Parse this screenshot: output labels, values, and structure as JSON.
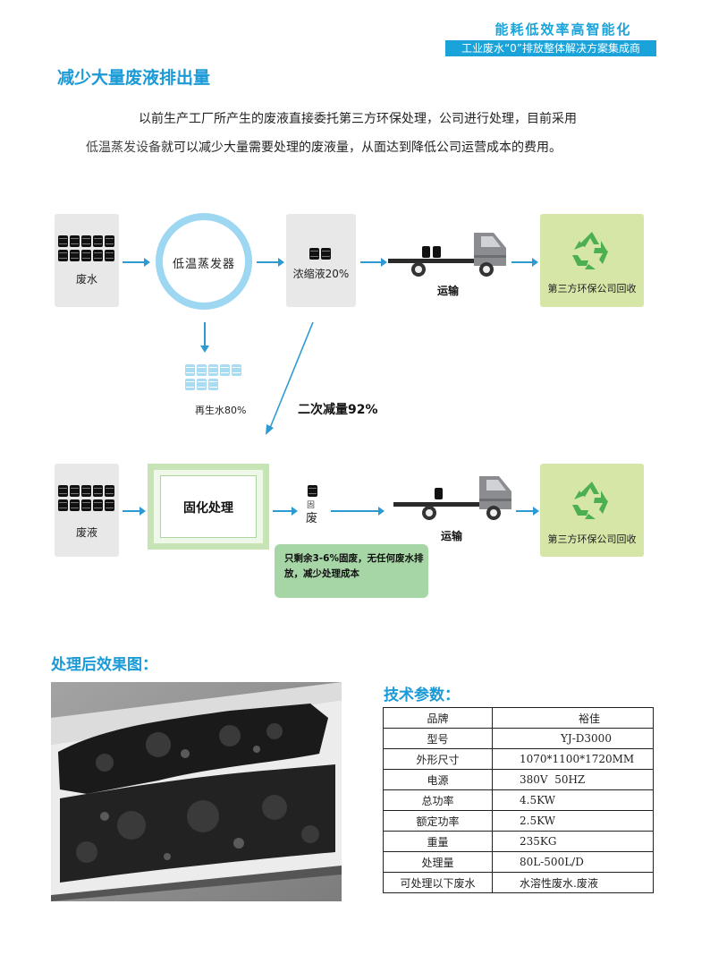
{
  "header": {
    "slogan": "能耗低效率高智能化",
    "tagline": "工业废水“0”排放整体解决方案集成商"
  },
  "section": {
    "title": "减少大量废液排出量",
    "intro_line1": "以前生产工厂所产生的废液直接委托第三方环保处理，公司进行处理，目前采用",
    "intro_line2_highlight": "低温蒸发设备",
    "intro_line2_rest": "就可以减少大量需要处理的废液量，从面达到降低公司运营成本的费用。"
  },
  "diagram": {
    "row1": {
      "source_label": "废水",
      "evaporator_label": "低温蒸发器",
      "concentrate_label": "浓缩液20%",
      "transport_label": "运输",
      "recycle_label": "第三方环保公司回收"
    },
    "regen_label": "再生水80%",
    "reduction_label": "二次减量92%",
    "row2": {
      "source_label": "废液",
      "solidify_label": "固化处理",
      "solid_label_top": "固",
      "solid_label_bottom": "废",
      "note": "只剩余3-6%固废，无任何废水排放，减少处理成本",
      "transport_label": "运输",
      "recycle_label": "第三方环保公司回收"
    },
    "colors": {
      "arrow": "#2d9ad2",
      "circle": "#9dd7f2",
      "recycle_bg": "#d6e6a6",
      "recycle_icon": "#4caf50",
      "note_bg": "#a6d6a6"
    }
  },
  "result": {
    "title": "处理后效果图：",
    "photo_icon": "processed-residue-photo"
  },
  "specs": {
    "title": "技术参数：",
    "rows": [
      {
        "key": "品牌",
        "value": "裕佳"
      },
      {
        "key": "型号",
        "value": "YJ-D3000"
      },
      {
        "key": "外形尺寸",
        "value": "1070*1100*1720MM"
      },
      {
        "key": "电源",
        "value": "380V  50HZ"
      },
      {
        "key": "总功率",
        "value": "4.5KW"
      },
      {
        "key": "额定功率",
        "value": "2.5KW"
      },
      {
        "key": "重量",
        "value": "235KG"
      },
      {
        "key": "处理量",
        "value": "80L-500L/D"
      },
      {
        "key": "可处理以下废水",
        "value": "水溶性废水.废液"
      }
    ]
  }
}
